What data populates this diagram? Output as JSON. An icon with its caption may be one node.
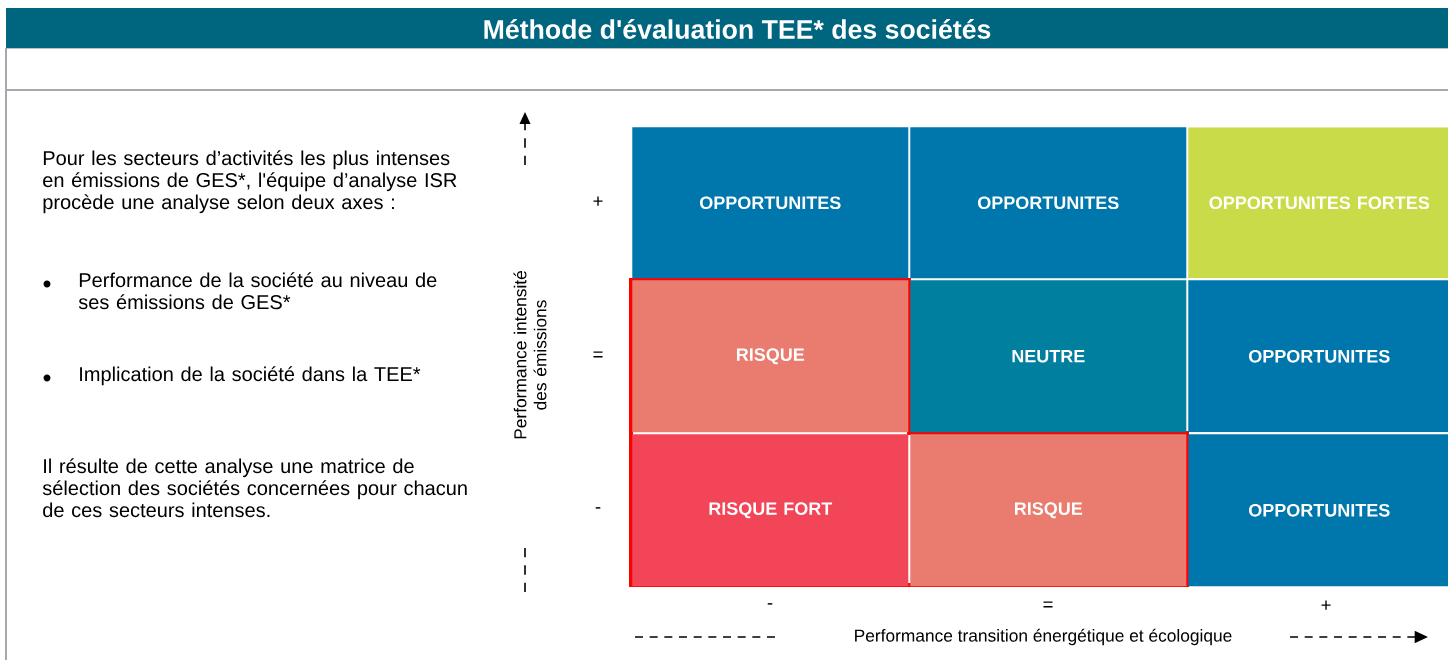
{
  "diagram": {
    "title": "Méthode d'évaluation TEE* des sociétés",
    "nodes": [
      {
        "text": [
          "OPPORTUNITES"
        ]
      },
      {
        "text": [
          "OPPORTUNITES"
        ]
      },
      {
        "text": [
          "OPPORTUNITES FORTES"
        ]
      },
      {
        "text": [
          "RISQUE"
        ]
      },
      {
        "text": [
          "NEUTRE"
        ]
      },
      {
        "text": [
          "OPPORTUNITES"
        ]
      },
      {
        "text": [
          "RISQUE FORT"
        ]
      },
      {
        "text": [
          "RISQUE"
        ]
      },
      {
        "text": [
          "OPPORTUNITES"
        ]
      }
    ],
    "labels": [
      "Pour les secteurs d’activités les plus intenses en émissions de GES*, l'équipe d’analyse ISR procède une analyse selon deux axes :",
      "Performance de la société au niveau de ses émissions de GES*",
      "Implication de la société dans la TEE*",
      "Il résulte de cette analyse une matrice de sélection des sociétés concernées pour chacun de ces secteurs intenses.",
      "Performance intensité des émissions",
      "+",
      "=",
      "-",
      "-",
      "=",
      "+",
      "Performance transition énergétique et écologique"
    ]
  }
}
